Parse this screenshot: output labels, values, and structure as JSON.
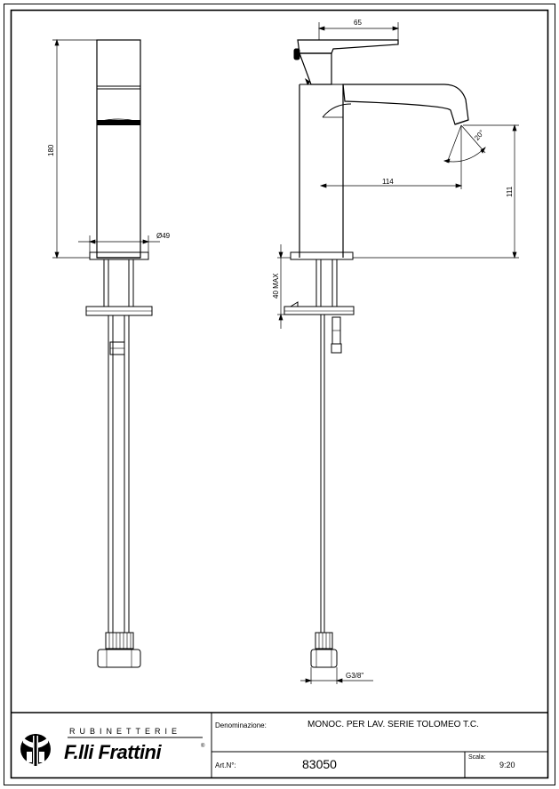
{
  "dimensions": {
    "width_65": "65",
    "height_180": "180",
    "diameter_49": "Ø49",
    "height_111": "111",
    "reach_114": "114",
    "angle_20": "20°",
    "max_40": "40 MAX",
    "thread": "G3/8\""
  },
  "title_block": {
    "brand_top": "RUBINETTERIE",
    "brand_name": "F.lli Frattini",
    "brand_mark": "®",
    "denominazione_label": "Denominazione:",
    "denominazione_value": "MONOC. PER LAV. SERIE TOLOMEO T.C.",
    "art_label": "Art.N°:",
    "art_value": "83050",
    "scala_label": "Scala:",
    "scala_value": "9:20"
  },
  "colors": {
    "line": "#000000",
    "background": "#ffffff"
  },
  "icons": [
    "frattini-logo-icon"
  ]
}
